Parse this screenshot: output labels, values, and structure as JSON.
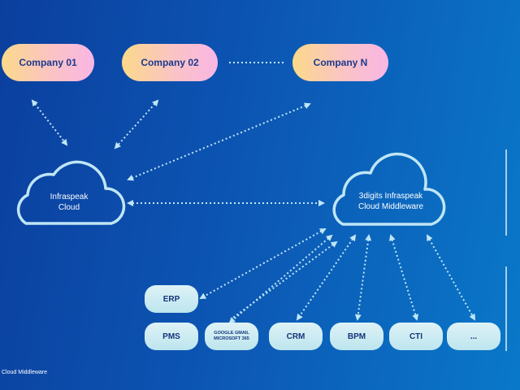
{
  "companies": [
    "Company 01",
    "Company 02",
    "Company N"
  ],
  "clouds": {
    "infraspeak": [
      "Infraspeak",
      "Cloud"
    ],
    "middleware": [
      "3digits Infraspeak",
      "Cloud Middleware"
    ]
  },
  "systems": {
    "erp": "ERP",
    "pms": "PMS",
    "google": [
      "GOOGLE GMAIL",
      "MICROSOFT 365"
    ],
    "crm": "CRM",
    "bpm": "BPM",
    "cti": "CTI",
    "more": "..."
  },
  "footer": "Cloud Middleware",
  "colors": {
    "background_start": "#0b3f9e",
    "background_end": "#0a78c8",
    "company_gradient": [
      "#fbd98a",
      "#f8b6e4"
    ],
    "system_fill": "#d2eef3",
    "connector": "#bfe6f5"
  }
}
